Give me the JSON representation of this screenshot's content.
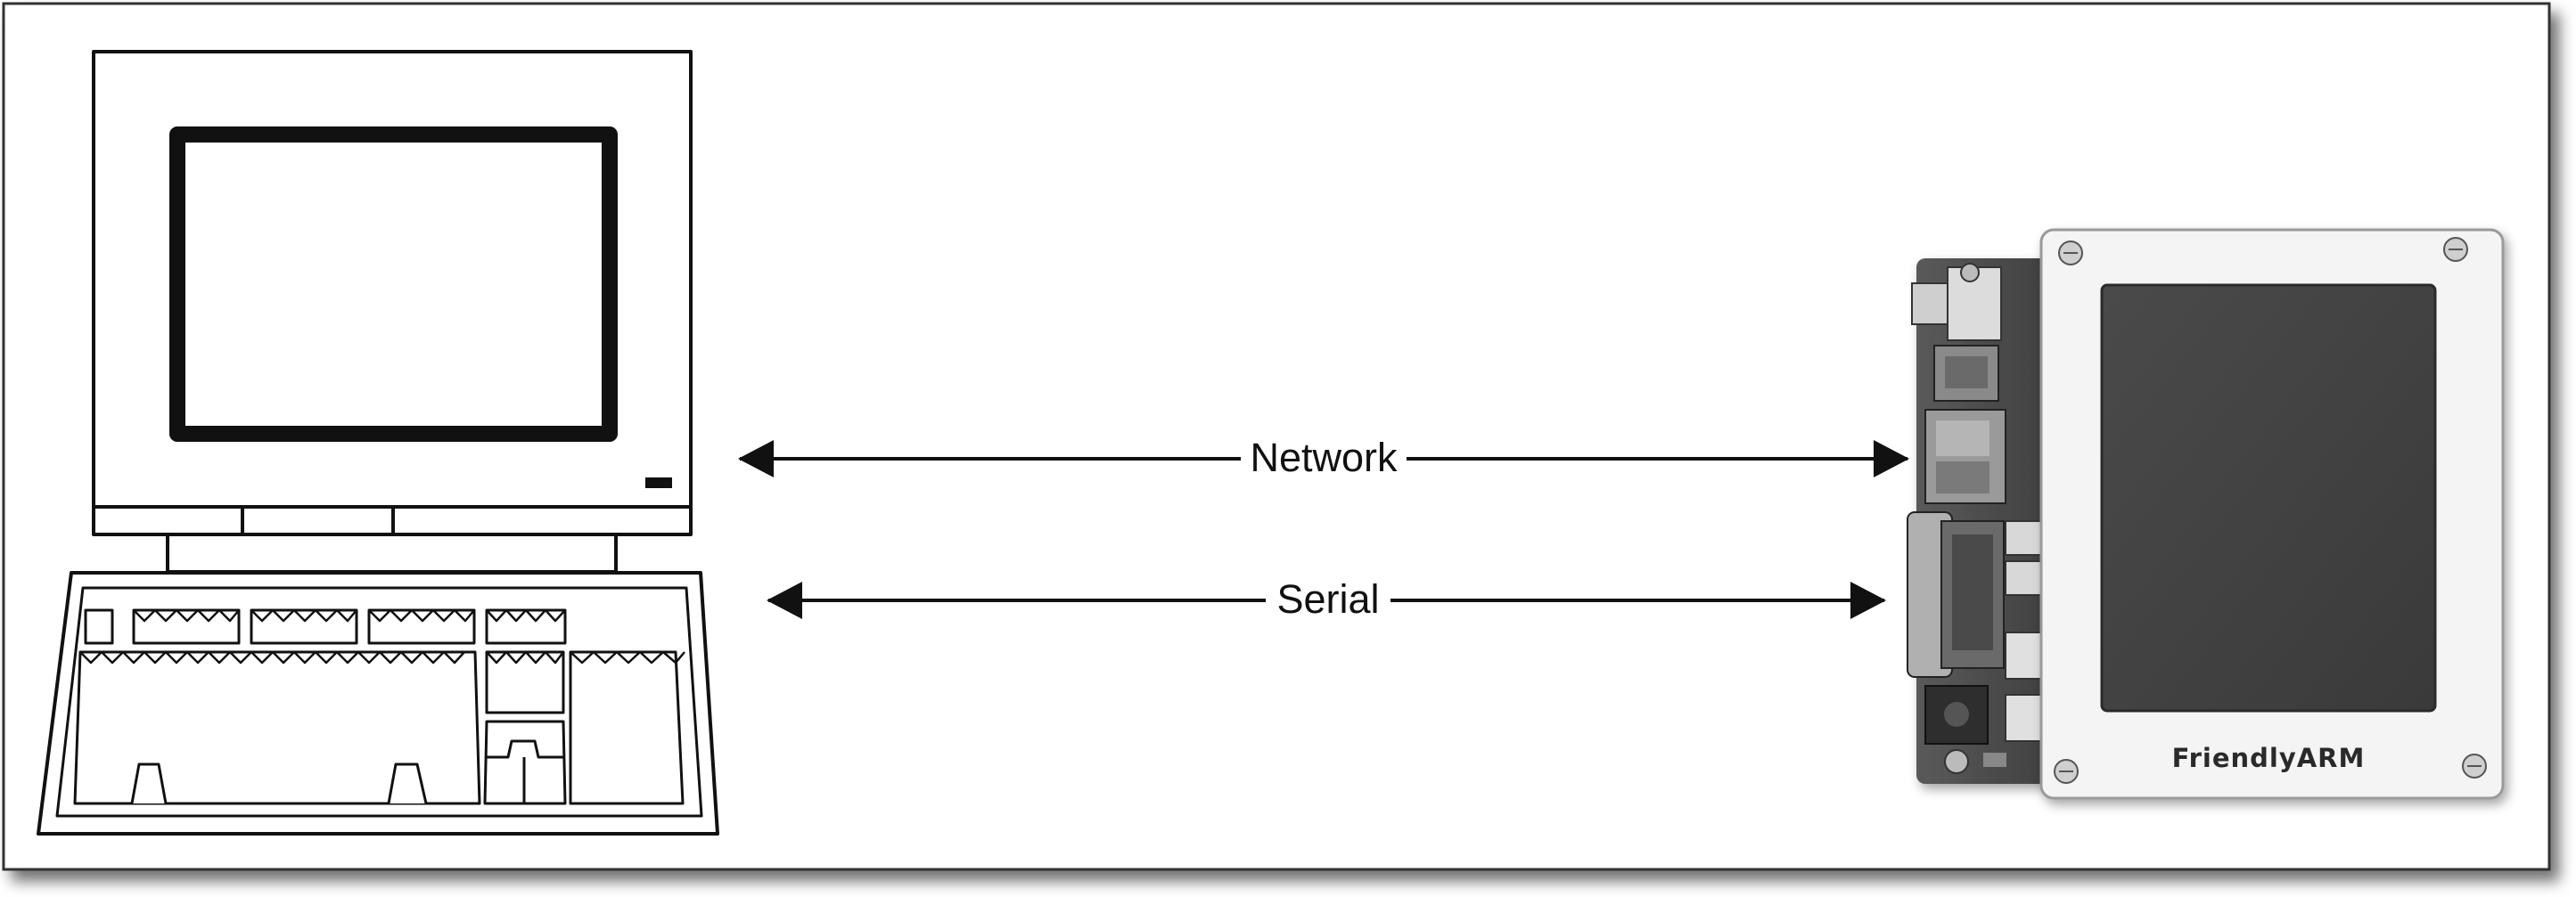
{
  "connections": [
    {
      "label": "Network"
    },
    {
      "label": "Serial"
    }
  ],
  "devices": {
    "host": {
      "icon": "desktop-computer-icon"
    },
    "board": {
      "icon": "embedded-board-icon",
      "brand": "FriendlyARM"
    }
  }
}
